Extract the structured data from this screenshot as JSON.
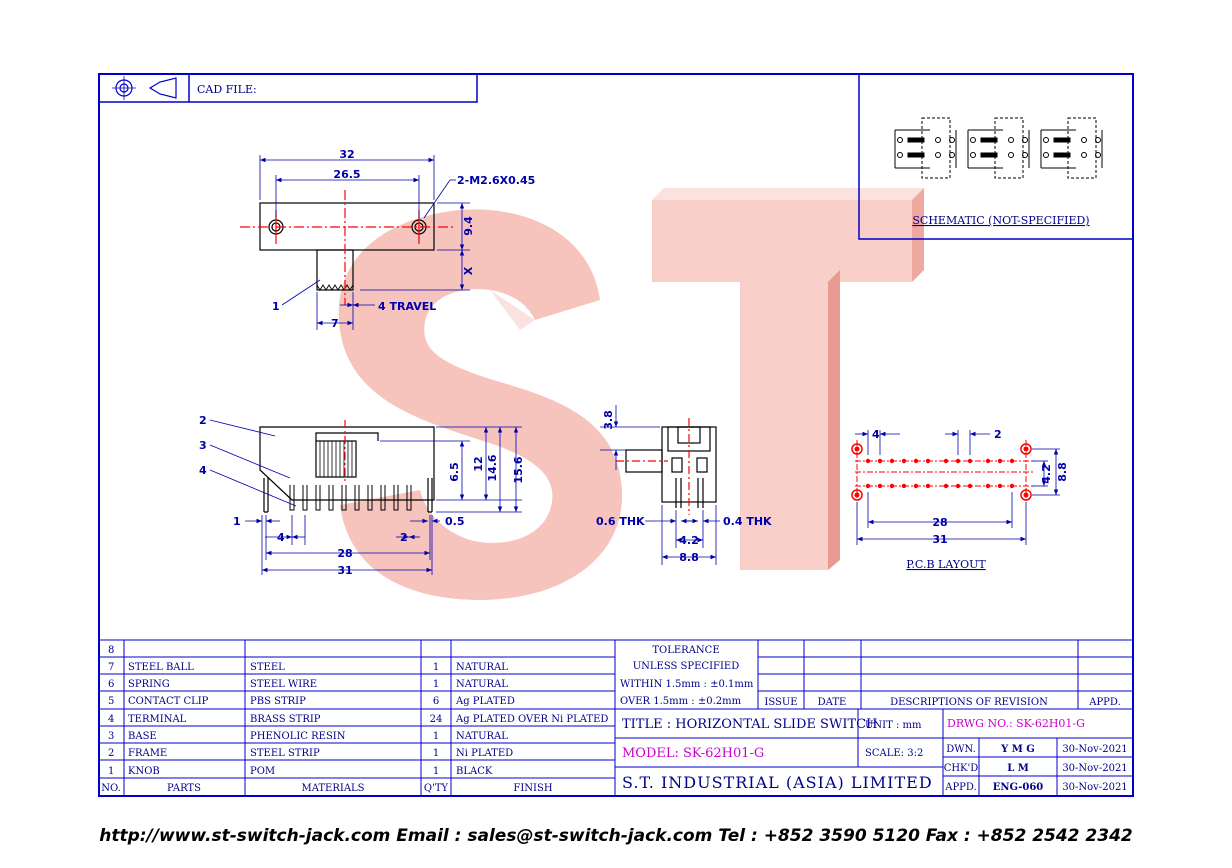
{
  "header": {
    "cad_file_label": "CAD FILE:"
  },
  "schematic": {
    "label": "SCHEMATIC (NOT-SPECIFIED)"
  },
  "top_view": {
    "dim_32": "32",
    "dim_26_5": "26.5",
    "screw": "2-M2.6X0.45",
    "dim_9_4": "9.4",
    "dim_x": "X",
    "part_1": "1",
    "dim_7": "7",
    "travel": "4 TRAVEL"
  },
  "side_view": {
    "part_2": "2",
    "part_3": "3",
    "part_4": "4",
    "dim_6_5": "6.5",
    "dim_12": "12",
    "dim_14_6": "14.6",
    "dim_15_6": "15.6",
    "dim_1": "1",
    "dim_0_5": "0.5",
    "dim_4": "4",
    "dim_2": "2",
    "dim_28": "28",
    "dim_31": "31"
  },
  "end_view": {
    "dim_3_8": "3.8",
    "thk_0_6": "0.6 THK",
    "thk_0_4": "0.4 THK",
    "dim_4_2": "4.2",
    "dim_8_8": "8.8"
  },
  "pcb": {
    "dim_4": "4",
    "dim_2": "2",
    "dim_4_2": "4.2",
    "dim_8_8": "8.8",
    "dim_28": "28",
    "dim_31": "31",
    "label": "P.C.B LAYOUT"
  },
  "watermark": "ST",
  "bom": {
    "rows": [
      {
        "no": "8",
        "part": "",
        "material": "",
        "qty": "",
        "finish": ""
      },
      {
        "no": "7",
        "part": "STEEL BALL",
        "material": "STEEL",
        "qty": "1",
        "finish": "NATURAL"
      },
      {
        "no": "6",
        "part": "SPRING",
        "material": "STEEL WIRE",
        "qty": "1",
        "finish": "NATURAL"
      },
      {
        "no": "5",
        "part": "CONTACT CLIP",
        "material": "PBS STRIP",
        "qty": "6",
        "finish": "Ag PLATED"
      },
      {
        "no": "4",
        "part": "TERMINAL",
        "material": "BRASS STRIP",
        "qty": "24",
        "finish": "Ag PLATED OVER Ni PLATED"
      },
      {
        "no": "3",
        "part": "BASE",
        "material": "PHENOLIC RESIN",
        "qty": "1",
        "finish": "NATURAL"
      },
      {
        "no": "2",
        "part": "FRAME",
        "material": "STEEL STRIP",
        "qty": "1",
        "finish": "Ni PLATED"
      },
      {
        "no": "1",
        "part": "KNOB",
        "material": "POM",
        "qty": "1",
        "finish": "BLACK"
      }
    ],
    "headers": {
      "no": "NO.",
      "part": "PARTS",
      "material": "MATERIALS",
      "qty": "Q'TY",
      "finish": "FINISH"
    }
  },
  "tolerance": {
    "title": "TOLERANCE",
    "subtitle": "UNLESS   SPECIFIED",
    "within": "WITHIN  1.5mm : ±0.1mm",
    "over": "OVER    1.5mm : ±0.2mm"
  },
  "revision": {
    "issue": "ISSUE",
    "date": "DATE",
    "desc": "DESCRIPTIONS OF REVISION",
    "appd": "APPD."
  },
  "title_block": {
    "title": "TITLE : HORIZONTAL SLIDE SWITCH",
    "unit": "UNIT :  mm",
    "drwg": "DRWG NO.: SK-62H01-G",
    "model": "MODEL: SK-62H01-G",
    "scale": "SCALE:  3:2",
    "company": "S.T. INDUSTRIAL (ASIA) LIMITED",
    "dwn_label": "DWN.",
    "dwn_name": "Y M G",
    "dwn_date": "30-Nov-2021",
    "chk_label": "CHK'D",
    "chk_name": "L M",
    "chk_date": "30-Nov-2021",
    "appd_label": "APPD.",
    "appd_name": "ENG-060",
    "appd_date": "30-Nov-2021"
  },
  "footer": "http://www.st-switch-jack.com  Email : sales@st-switch-jack.com  Tel : +852 3590 5120  Fax : +852 2542 2342",
  "colors": {
    "border": "#0000cc",
    "drawing": "#000000",
    "center": "#ff0000",
    "watermark": "#f4b7b0",
    "magenta": "#cc00cc"
  }
}
